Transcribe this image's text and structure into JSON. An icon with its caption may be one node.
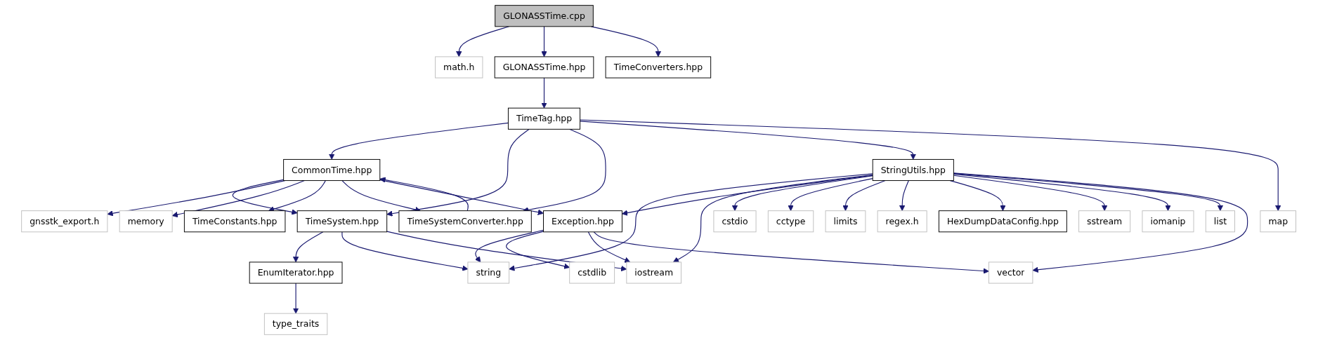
{
  "diagram": {
    "nodes": [
      {
        "text": [
          "GLONASSTime.cpp"
        ]
      },
      {
        "text": [
          "math.h"
        ]
      },
      {
        "text": [
          "GLONASSTime.hpp"
        ]
      },
      {
        "text": [
          "TimeConverters.hpp"
        ]
      },
      {
        "text": [
          "TimeTag.hpp"
        ]
      },
      {
        "text": [
          "CommonTime.hpp"
        ]
      },
      {
        "text": [
          "StringUtils.hpp"
        ]
      },
      {
        "text": [
          "map"
        ]
      },
      {
        "text": [
          "TimeSystem.hpp"
        ]
      },
      {
        "text": [
          "gnsstk_export.h"
        ]
      },
      {
        "text": [
          "memory"
        ]
      },
      {
        "text": [
          "TimeConstants.hpp"
        ]
      },
      {
        "text": [
          "TimeSystemConverter.hpp"
        ]
      },
      {
        "text": [
          "Exception.hpp"
        ]
      },
      {
        "text": [
          "cstdio"
        ]
      },
      {
        "text": [
          "cctype"
        ]
      },
      {
        "text": [
          "limits"
        ]
      },
      {
        "text": [
          "regex.h"
        ]
      },
      {
        "text": [
          "HexDumpDataConfig.hpp"
        ]
      },
      {
        "text": [
          "sstream"
        ]
      },
      {
        "text": [
          "iomanip"
        ]
      },
      {
        "text": [
          "list"
        ]
      },
      {
        "text": [
          "EnumIterator.hpp"
        ]
      },
      {
        "text": [
          "string"
        ]
      },
      {
        "text": [
          "cstdlib"
        ]
      },
      {
        "text": [
          "iostream"
        ]
      },
      {
        "text": [
          "vector"
        ]
      },
      {
        "text": [
          "type_traits"
        ]
      }
    ],
    "edges": [
      {
        "from": 0,
        "to": 1,
        "arrow": "to"
      },
      {
        "from": 0,
        "to": 2,
        "arrow": "to"
      },
      {
        "from": 0,
        "to": 3,
        "arrow": "to"
      },
      {
        "from": 2,
        "to": 4,
        "arrow": "to"
      },
      {
        "from": 4,
        "to": 5,
        "arrow": "to"
      },
      {
        "from": 4,
        "to": 8,
        "arrow": "to"
      },
      {
        "from": 4,
        "to": 12,
        "arrow": "to"
      },
      {
        "from": 4,
        "to": 6,
        "arrow": "to"
      },
      {
        "from": 4,
        "to": 7,
        "arrow": "to"
      },
      {
        "from": 5,
        "to": 8,
        "arrow": "to"
      },
      {
        "from": 5,
        "to": 9,
        "arrow": "to"
      },
      {
        "from": 5,
        "to": 10,
        "arrow": "to"
      },
      {
        "from": 5,
        "to": 11,
        "arrow": "to"
      },
      {
        "from": 5,
        "to": 12,
        "arrow": "to"
      },
      {
        "from": 5,
        "to": 13,
        "arrow": "to"
      },
      {
        "from": 12,
        "to": 5,
        "arrow": "to"
      },
      {
        "from": 6,
        "to": 23,
        "arrow": "to"
      },
      {
        "from": 6,
        "to": 25,
        "arrow": "to"
      },
      {
        "from": 6,
        "to": 13,
        "arrow": "to"
      },
      {
        "from": 6,
        "to": 14,
        "arrow": "to"
      },
      {
        "from": 6,
        "to": 15,
        "arrow": "to"
      },
      {
        "from": 6,
        "to": 16,
        "arrow": "to"
      },
      {
        "from": 6,
        "to": 17,
        "arrow": "to"
      },
      {
        "from": 6,
        "to": 18,
        "arrow": "to"
      },
      {
        "from": 6,
        "to": 19,
        "arrow": "to"
      },
      {
        "from": 6,
        "to": 20,
        "arrow": "to"
      },
      {
        "from": 6,
        "to": 21,
        "arrow": "to"
      },
      {
        "from": 6,
        "to": 26,
        "arrow": "to"
      },
      {
        "from": 8,
        "to": 22,
        "arrow": "to"
      },
      {
        "from": 8,
        "to": 23,
        "arrow": "to"
      },
      {
        "from": 8,
        "to": 25,
        "arrow": "to"
      },
      {
        "from": 13,
        "to": 23,
        "arrow": "to"
      },
      {
        "from": 13,
        "to": 24,
        "arrow": "to"
      },
      {
        "from": 13,
        "to": 25,
        "arrow": "to"
      },
      {
        "from": 13,
        "to": 26,
        "arrow": "to"
      },
      {
        "from": 22,
        "to": 27,
        "arrow": "to"
      }
    ]
  }
}
